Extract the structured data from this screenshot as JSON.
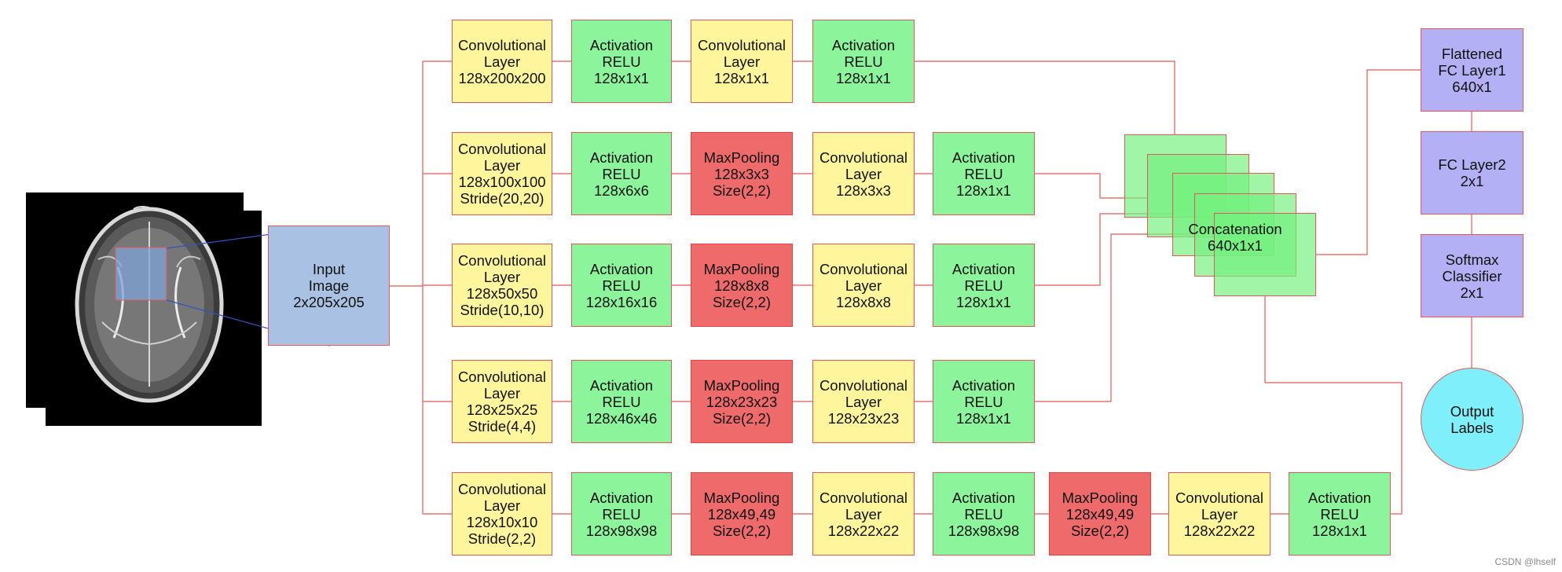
{
  "colors": {
    "conv": "#fff59d",
    "activation": "#8cf59c",
    "maxpool": "#ef6b6b",
    "fc": "#b3b0f5",
    "input": "#a9c1e3",
    "output": "#7ff0fb",
    "connector": "#e05a5a"
  },
  "input_image": {
    "label": "Input\nImage\n2x205x205",
    "picture": "brain-mri-slices-image"
  },
  "branches": [
    {
      "blocks": [
        {
          "type": "conv",
          "label": "Convolutional\nLayer\n128x200x200"
        },
        {
          "type": "activation",
          "label": "Activation\nRELU\n128x1x1"
        },
        {
          "type": "conv",
          "label": "Convolutional\nLayer\n128x1x1"
        },
        {
          "type": "activation",
          "label": "Activation\nRELU\n128x1x1"
        }
      ]
    },
    {
      "blocks": [
        {
          "type": "conv",
          "label": "Convolutional\nLayer\n128x100x100\nStride(20,20)"
        },
        {
          "type": "activation",
          "label": "Activation\nRELU\n128x6x6"
        },
        {
          "type": "maxpool",
          "label": "MaxPooling\n128x3x3\nSize(2,2)"
        },
        {
          "type": "conv",
          "label": "Convolutional\nLayer\n128x3x3"
        },
        {
          "type": "activation",
          "label": "Activation\nRELU\n128x1x1"
        }
      ]
    },
    {
      "blocks": [
        {
          "type": "conv",
          "label": "Convolutional\nLayer\n128x50x50\nStride(10,10)"
        },
        {
          "type": "activation",
          "label": "Activation\nRELU\n128x16x16"
        },
        {
          "type": "maxpool",
          "label": "MaxPooling\n128x8x8\nSize(2,2)"
        },
        {
          "type": "conv",
          "label": "Convolutional\nLayer\n128x8x8"
        },
        {
          "type": "activation",
          "label": "Activation\nRELU\n128x1x1"
        }
      ]
    },
    {
      "blocks": [
        {
          "type": "conv",
          "label": "Convolutional\nLayer\n128x25x25\nStride(4,4)"
        },
        {
          "type": "activation",
          "label": "Activation\nRELU\n128x46x46"
        },
        {
          "type": "maxpool",
          "label": "MaxPooling\n128x23x23\nSize(2,2)"
        },
        {
          "type": "conv",
          "label": "Convolutional\nLayer\n128x23x23"
        },
        {
          "type": "activation",
          "label": "Activation\nRELU\n128x1x1"
        }
      ]
    },
    {
      "blocks": [
        {
          "type": "conv",
          "label": "Convolutional\nLayer\n128x10x10\nStride(2,2)"
        },
        {
          "type": "activation",
          "label": "Activation\nRELU\n128x98x98"
        },
        {
          "type": "maxpool",
          "label": "MaxPooling\n128x49,49\nSize(2,2)"
        },
        {
          "type": "conv",
          "label": "Convolutional\nLayer\n128x22x22"
        },
        {
          "type": "activation",
          "label": "Activation\nRELU\n128x98x98"
        },
        {
          "type": "maxpool",
          "label": "MaxPooling\n128x49,49\nSize(2,2)"
        },
        {
          "type": "conv",
          "label": "Convolutional\nLayer\n128x22x22"
        },
        {
          "type": "activation",
          "label": "Activation\nRELU\n128x1x1"
        }
      ]
    }
  ],
  "concatenation": {
    "label": "Concatenation\n640x1x1"
  },
  "head": [
    {
      "type": "fc",
      "label": "Flattened\nFC Layer1\n640x1"
    },
    {
      "type": "fc",
      "label": "FC Layer2\n2x1"
    },
    {
      "type": "fc",
      "label": "Softmax\nClassifier\n2x1"
    }
  ],
  "output": {
    "label": "Output\nLabels"
  },
  "watermark": "CSDN @lhself"
}
